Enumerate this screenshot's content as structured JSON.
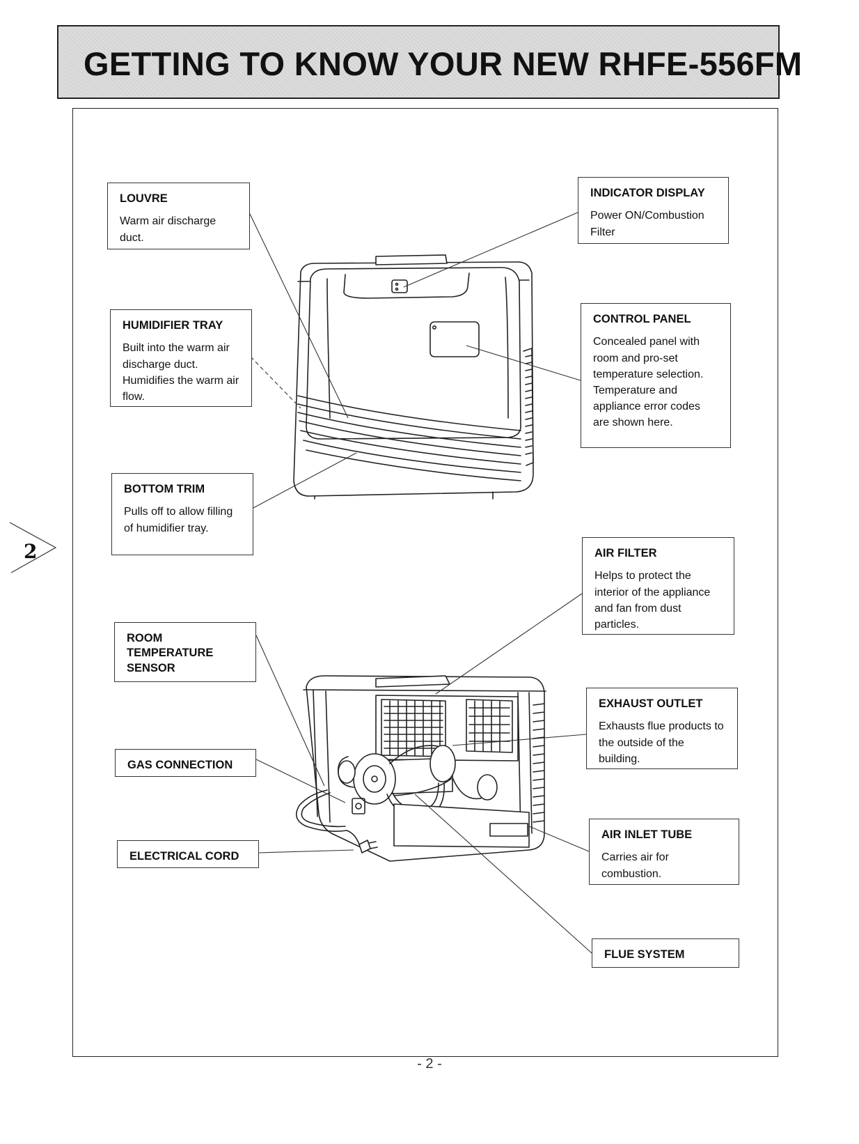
{
  "header": {
    "title": "GETTING TO KNOW YOUR NEW RHFE-556FM"
  },
  "page_marker": "2",
  "footer": {
    "page_label": "- 2 -"
  },
  "callouts": {
    "louvre": {
      "title": "LOUVRE",
      "text": "Warm air discharge duct."
    },
    "humidifier_tray": {
      "title": "HUMIDIFIER TRAY",
      "text": "Built into the warm air discharge duct. Humidifies the warm air flow."
    },
    "bottom_trim": {
      "title": "BOTTOM TRIM",
      "text": "Pulls off to allow filling of humidifier tray."
    },
    "room_temperature_sensor": {
      "title": "ROOM TEMPERATURE SENSOR"
    },
    "gas_connection": {
      "title": "GAS CONNECTION"
    },
    "electrical_cord": {
      "title": "ELECTRICAL CORD"
    },
    "indicator_display": {
      "title": "INDICATOR DISPLAY",
      "text": "Power ON/Combustion Filter"
    },
    "control_panel": {
      "title": "CONTROL PANEL",
      "text": "Concealed panel with room and pro-set temperature selection. Temperature and appliance error codes are shown here."
    },
    "air_filter": {
      "title": "AIR FILTER",
      "text": "Helps to protect the interior of the appliance and fan from dust particles."
    },
    "exhaust_outlet": {
      "title": "EXHAUST OUTLET",
      "text": "Exhausts flue products to the outside of the building."
    },
    "air_inlet_tube": {
      "title": "AIR INLET TUBE",
      "text": "Carries air for combustion."
    },
    "flue_system": {
      "title": "FLUE SYSTEM"
    }
  }
}
